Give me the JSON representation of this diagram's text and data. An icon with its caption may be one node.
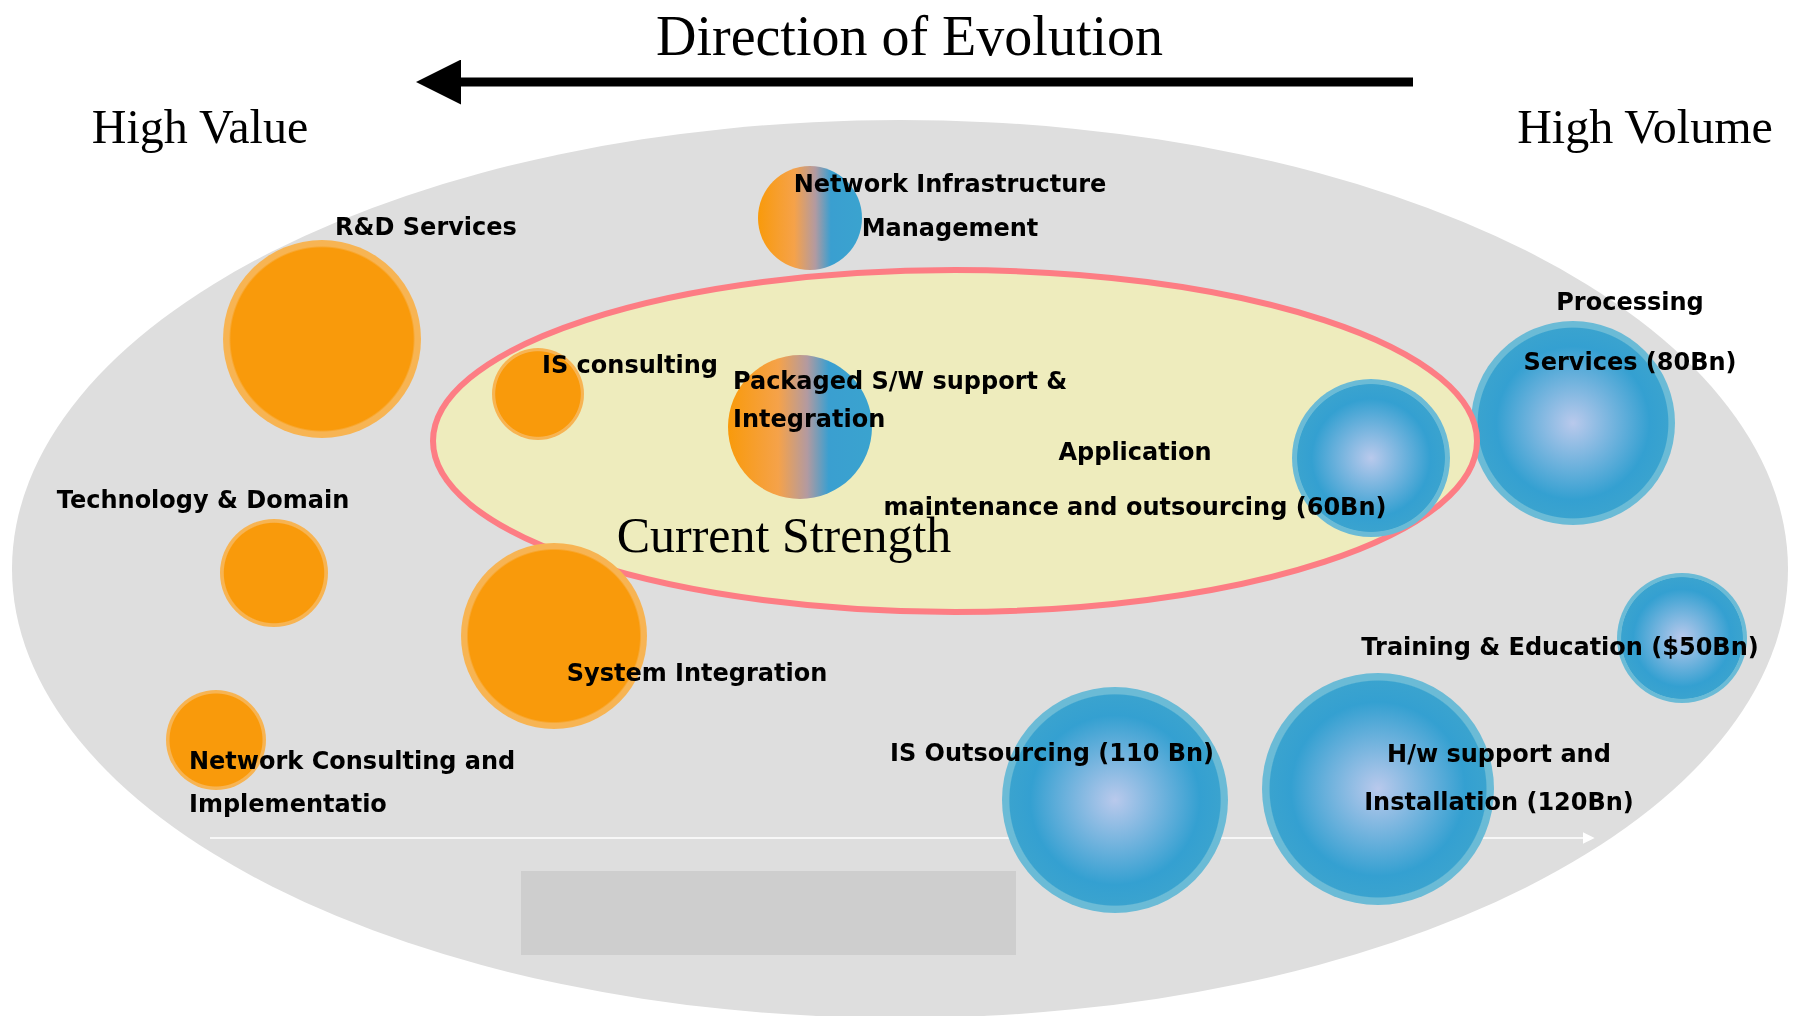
{
  "diagram": {
    "title": "Direction of Evolution",
    "nodes": [
      {
        "text": [
          "Network Infrastructure Management"
        ]
      },
      {
        "text": [
          "R&D Services"
        ]
      },
      {
        "text": [
          "Processing Services (80Bn)"
        ]
      },
      {
        "text": [
          "Current Strength"
        ]
      },
      {
        "text": [
          "IS consulting"
        ],
        "in": 3
      },
      {
        "text": [
          "Packaged S/W support & Integration"
        ],
        "in": 3
      },
      {
        "text": [
          "Application maintenance and outsourcing (60Bn)"
        ],
        "in": 3
      },
      {
        "text": [
          "Technology & Domain"
        ]
      },
      {
        "text": [
          "System Integration"
        ]
      },
      {
        "text": [
          "Training & Education ($50Bn)"
        ]
      },
      {
        "text": [
          "Network Consulting and Implementatio"
        ]
      },
      {
        "text": [
          "IS Outsourcing (110 Bn)"
        ]
      },
      {
        "text": [
          "H/w support and Installation (120Bn)"
        ]
      }
    ],
    "labels": [
      "High Value",
      "High Volume"
    ]
  }
}
